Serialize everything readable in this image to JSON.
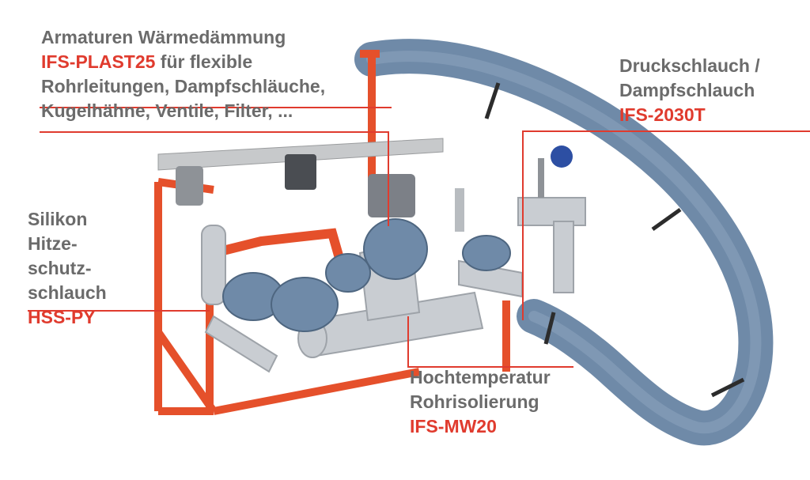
{
  "colors": {
    "label_grey": "#6b6b6b",
    "label_red": "#e03b2e",
    "frame_orange": "#e5502b",
    "hose_blue": "#6f8aa8",
    "foil_silver": "#c9cdd2"
  },
  "labels": {
    "armaturen": {
      "line1": "Armaturen Wärmedämmung",
      "product": "IFS-PLAST25",
      "line2_rest": " für flexible",
      "line3": "Rohrleitungen, Dampfschläuche,",
      "line4": "Kugelhähne, Ventile, Filter, ..."
    },
    "druckschlauch": {
      "line1": "Druckschlauch /",
      "line2": "Dampfschlauch",
      "product": "IFS-2030T"
    },
    "silikon": {
      "line1": "Silikon",
      "line2": "Hitze-",
      "line3": "schutz-",
      "line4": "schlauch",
      "product": "HSS-PY"
    },
    "hochtemperatur": {
      "line1": "Hochtemperatur",
      "line2": "Rohrisolierung",
      "product": "IFS-MW20"
    }
  }
}
